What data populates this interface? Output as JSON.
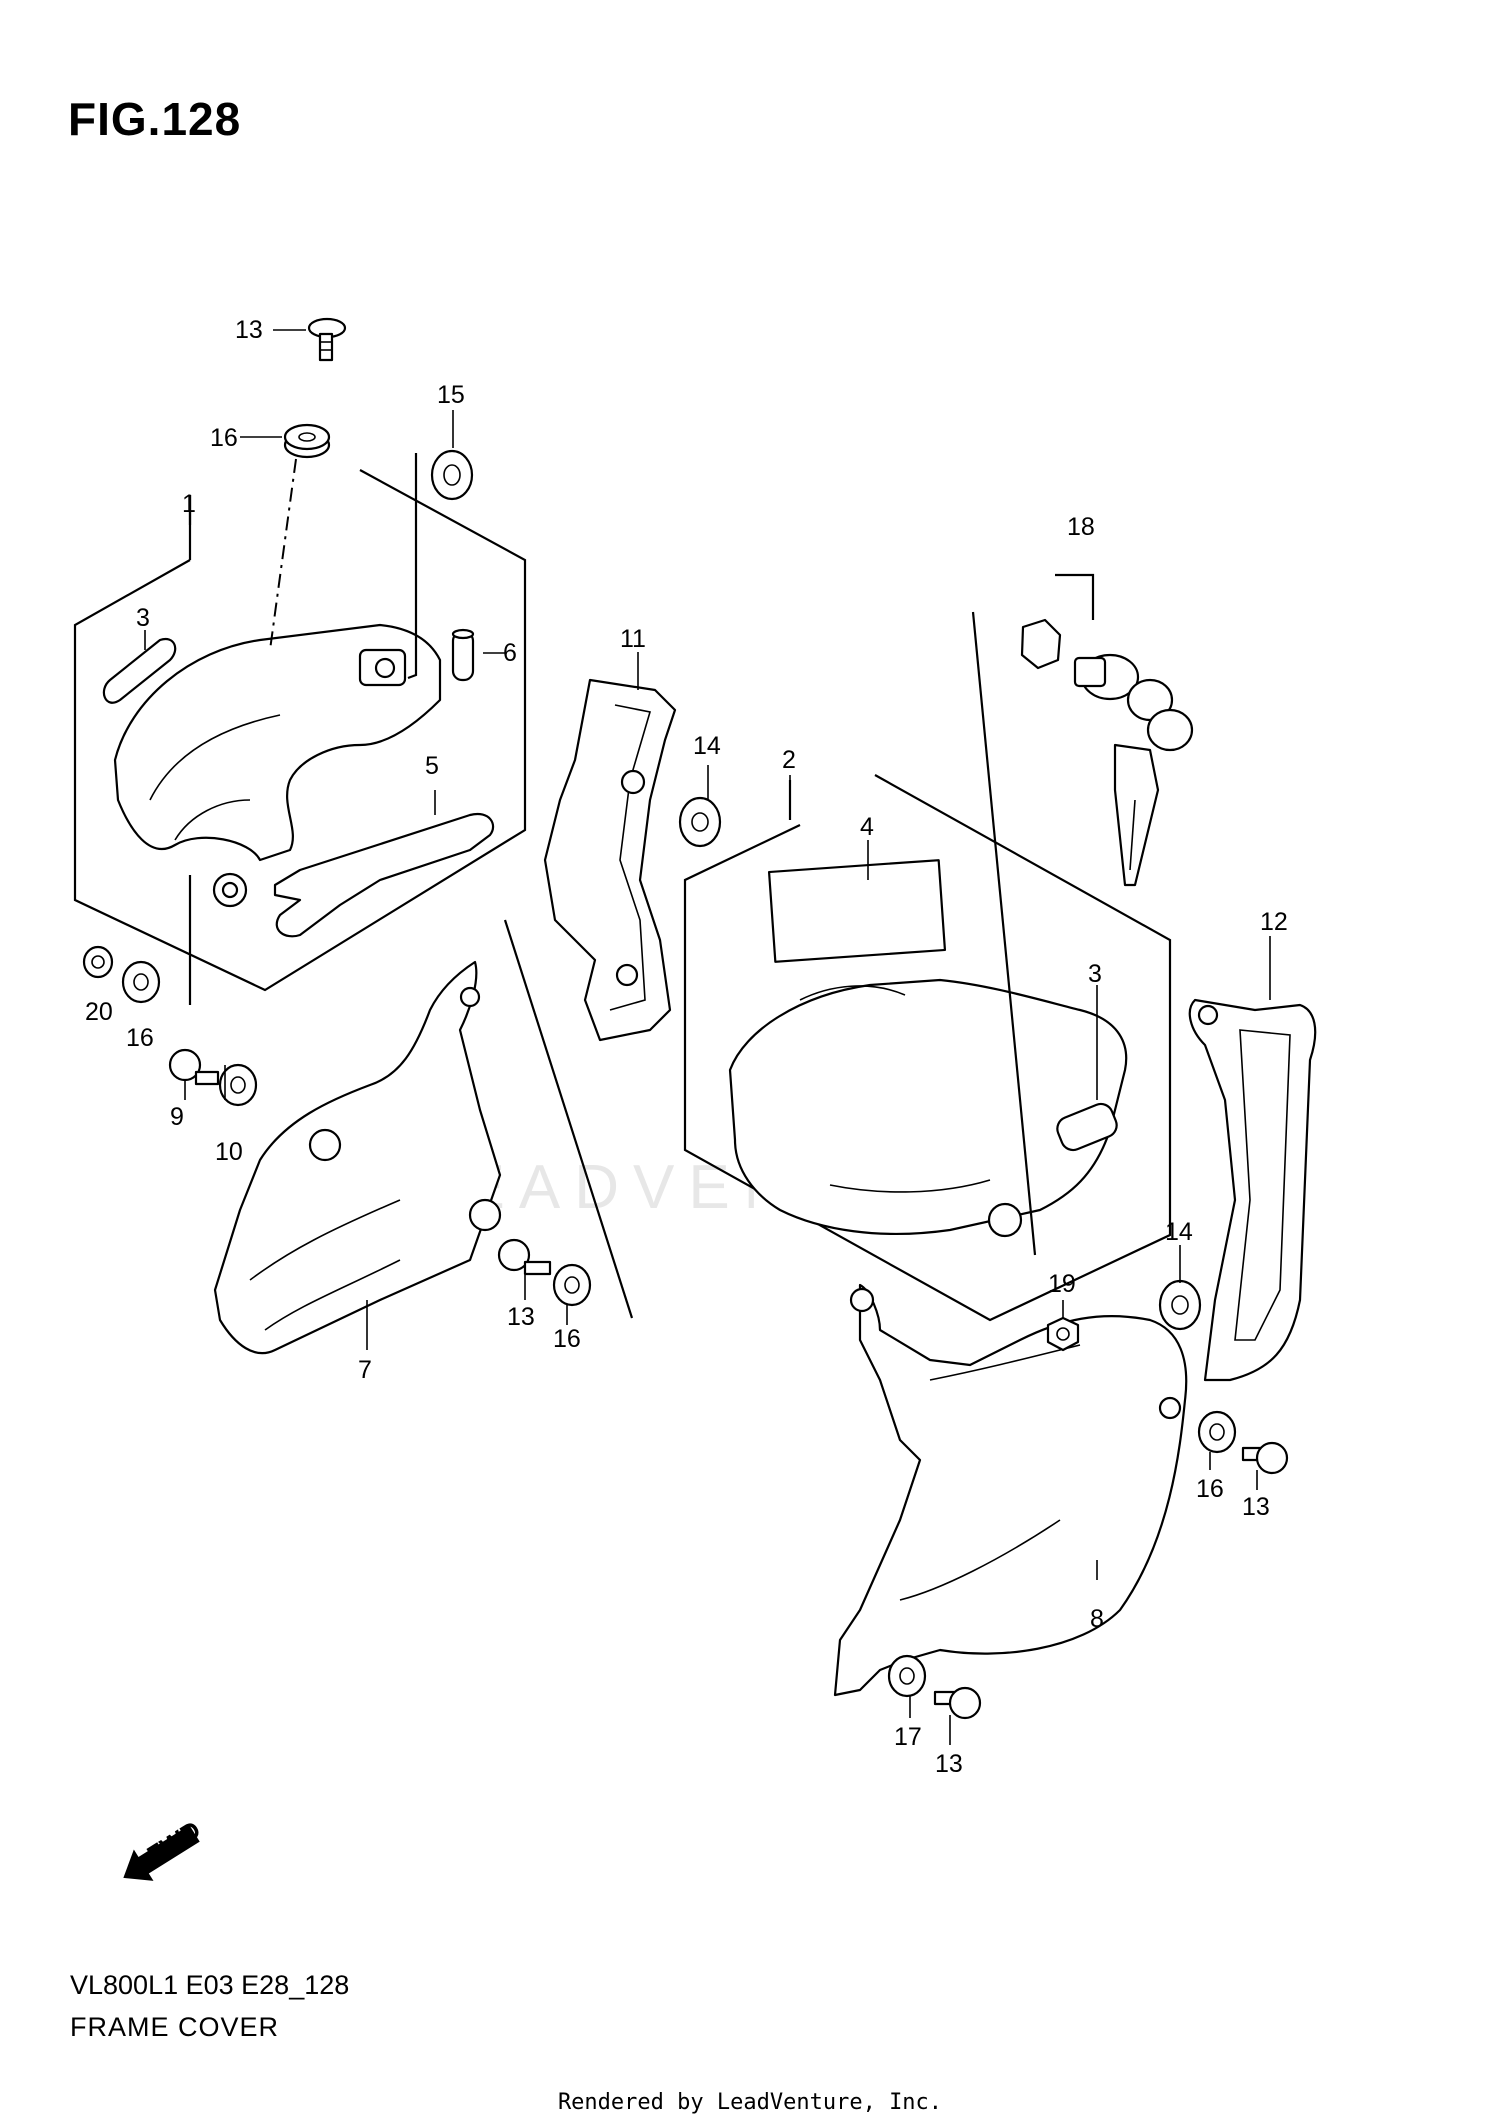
{
  "figure": {
    "title": "FIG.128"
  },
  "callouts": {
    "c1": "1",
    "c2": "2",
    "c3a": "3",
    "c3b": "3",
    "c4": "4",
    "c5": "5",
    "c6": "6",
    "c7": "7",
    "c8": "8",
    "c9": "9",
    "c10": "10",
    "c11": "11",
    "c12": "12",
    "c13a": "13",
    "c13b": "13",
    "c13c": "13",
    "c13d": "13",
    "c14a": "14",
    "c14b": "14",
    "c15": "15",
    "c16a": "16",
    "c16b": "16",
    "c16c": "16",
    "c16d": "16",
    "c17": "17",
    "c18": "18",
    "c19": "19",
    "c20": "20"
  },
  "fwd_arrow": {
    "label": "FWD"
  },
  "watermark": {
    "text": "LEADVENTURE"
  },
  "footer": {
    "model_code": "VL800L1 E03 E28_128",
    "section_name": "FRAME COVER",
    "rendered_by": "Rendered by LeadVenture, Inc."
  }
}
